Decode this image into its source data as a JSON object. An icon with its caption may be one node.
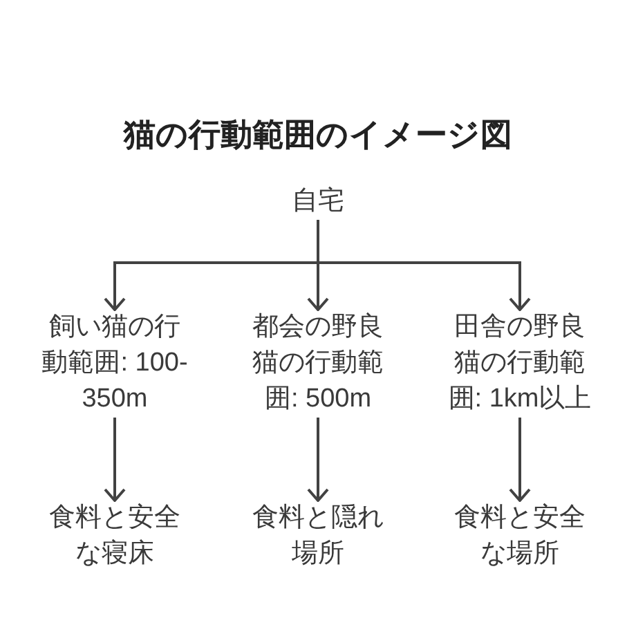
{
  "diagram": {
    "title": "猫の行動範囲のイメージ図",
    "nodes": [
      {
        "text": [
          "自宅"
        ]
      },
      {
        "text": [
          "飼い猫の行動範囲: 100-350m"
        ]
      },
      {
        "text": [
          "都会の野良猫の行動範囲: 500m"
        ]
      },
      {
        "text": [
          "田舎の野良猫の行動範囲: 1km以上"
        ]
      },
      {
        "text": [
          "食料と安全な寝床"
        ]
      },
      {
        "text": [
          "食料と隠れ場所"
        ]
      },
      {
        "text": [
          "食料と安全な場所"
        ]
      }
    ],
    "edges": [
      {
        "from": 0,
        "to": 1,
        "arrow": "to"
      },
      {
        "from": 0,
        "to": 2,
        "arrow": "to"
      },
      {
        "from": 0,
        "to": 3,
        "arrow": "to"
      },
      {
        "from": 1,
        "to": 4,
        "arrow": "to"
      },
      {
        "from": 2,
        "to": 5,
        "arrow": "to"
      },
      {
        "from": 3,
        "to": 6,
        "arrow": "to"
      }
    ]
  }
}
